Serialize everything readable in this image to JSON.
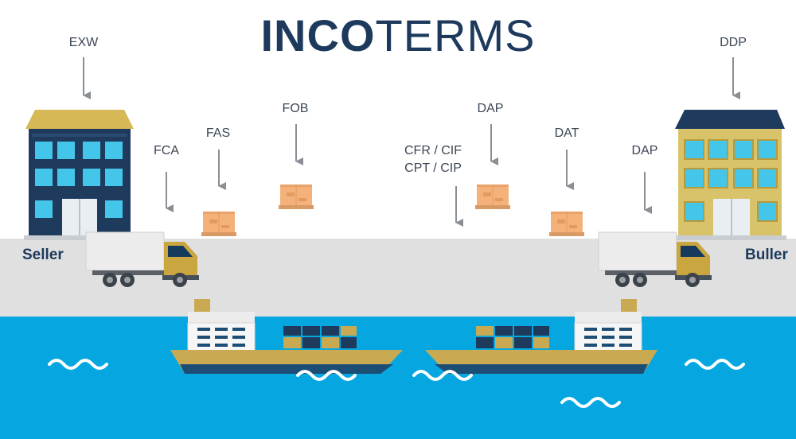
{
  "title": {
    "bold": "INCO",
    "light": "TERMS"
  },
  "terms": {
    "exw": "EXW",
    "fca": "FCA",
    "fas": "FAS",
    "fob": "FOB",
    "cfr_cif": "CFR / CIF",
    "cpt_cip": "CPT / CIP",
    "dap_1": "DAP",
    "dat": "DAT",
    "dap_2": "DAP",
    "ddp": "DDP"
  },
  "parties": {
    "seller": "Seller",
    "buyer": "Buller"
  },
  "colors": {
    "title_dark": "#1d3a5c",
    "road": "#e0e0e0",
    "sea": "#06a7e1",
    "ship_yellow": "#c9aa52",
    "ship_navy": "#1c4d74",
    "building_navy": "#1e3a5c",
    "building_yellow": "#d9c36a",
    "window_cyan": "#43c6ea",
    "truck_yellow": "#c9a640",
    "cargo_box": "#f4b27a"
  },
  "icons": [
    "down-arrow-icon",
    "building-icon",
    "truck-icon",
    "cargo-box-icon",
    "ship-icon",
    "wave-icon"
  ]
}
